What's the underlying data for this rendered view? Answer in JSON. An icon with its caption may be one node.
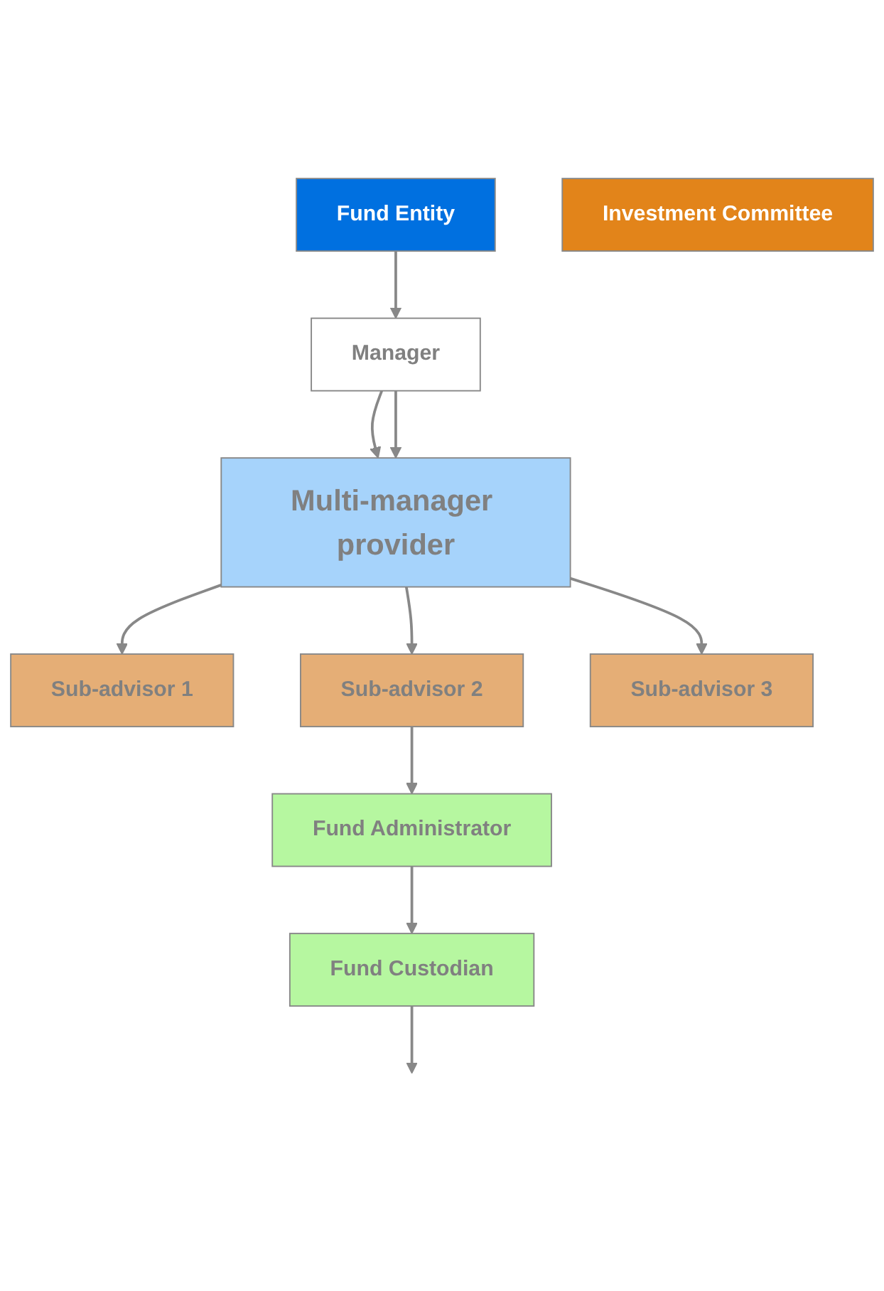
{
  "diagram": {
    "nodes": [
      {
        "text": [
          "Fund Entity"
        ]
      },
      {
        "text": [
          "Manager"
        ]
      },
      {
        "text": [
          "Investment Committee"
        ]
      },
      {
        "text": [
          "Multi-manager provider"
        ]
      },
      {
        "text": [
          "Sub-advisor 1"
        ]
      },
      {
        "text": [
          "Sub-advisor 2"
        ]
      },
      {
        "text": [
          "Sub-advisor 3"
        ]
      },
      {
        "text": [
          "Fund Administrator"
        ]
      },
      {
        "text": [
          "Fund Custodian"
        ]
      }
    ],
    "edges": [
      {
        "from": 0,
        "to": 1,
        "arrow": "to"
      },
      {
        "from": 1,
        "to": 3,
        "arrow": "to"
      },
      {
        "from": 1,
        "to": 3,
        "arrow": "to"
      },
      {
        "from": 3,
        "to": 4,
        "arrow": "to"
      },
      {
        "from": 3,
        "to": 5,
        "arrow": "to"
      },
      {
        "from": 3,
        "to": 6,
        "arrow": "to"
      },
      {
        "from": 5,
        "to": 7,
        "arrow": "to"
      },
      {
        "from": 7,
        "to": 8,
        "arrow": "to"
      },
      {
        "from": 8,
        "to": null,
        "arrow": "to"
      }
    ]
  }
}
